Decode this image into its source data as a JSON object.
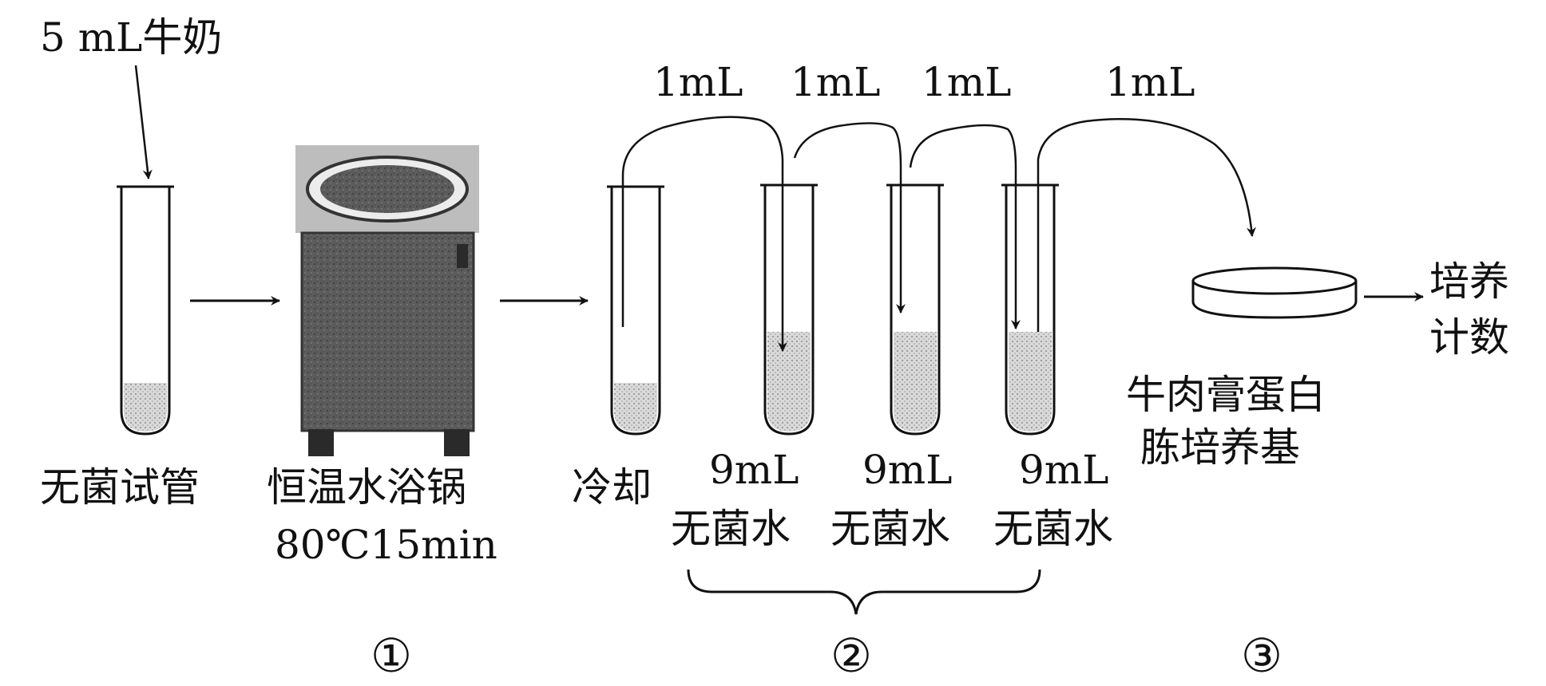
{
  "labels": {
    "milk_input": "5 mL牛奶",
    "sterile_tube": "无菌试管",
    "water_bath": "恒温水浴锅",
    "water_bath_condition": "80℃15min",
    "cooling": "冷却",
    "transfer_1": "1mL",
    "transfer_2": "1mL",
    "transfer_3": "1mL",
    "transfer_4": "1mL",
    "dilution_1_volume": "9mL",
    "dilution_1_label": "无菌水",
    "dilution_2_volume": "9mL",
    "dilution_2_label": "无菌水",
    "dilution_3_volume": "9mL",
    "dilution_3_label": "无菌水",
    "medium_line1": "牛肉膏蛋白",
    "medium_line2": "胨培养基",
    "culture_line1": "培养",
    "culture_line2": "计数",
    "step_1": "①",
    "step_2": "②",
    "step_3": "③"
  },
  "colors": {
    "ink": "#111111",
    "liquid_fill": "#cfcfcf",
    "bath_body": "#5a5a5a",
    "bath_top": "#2e2e2e"
  }
}
